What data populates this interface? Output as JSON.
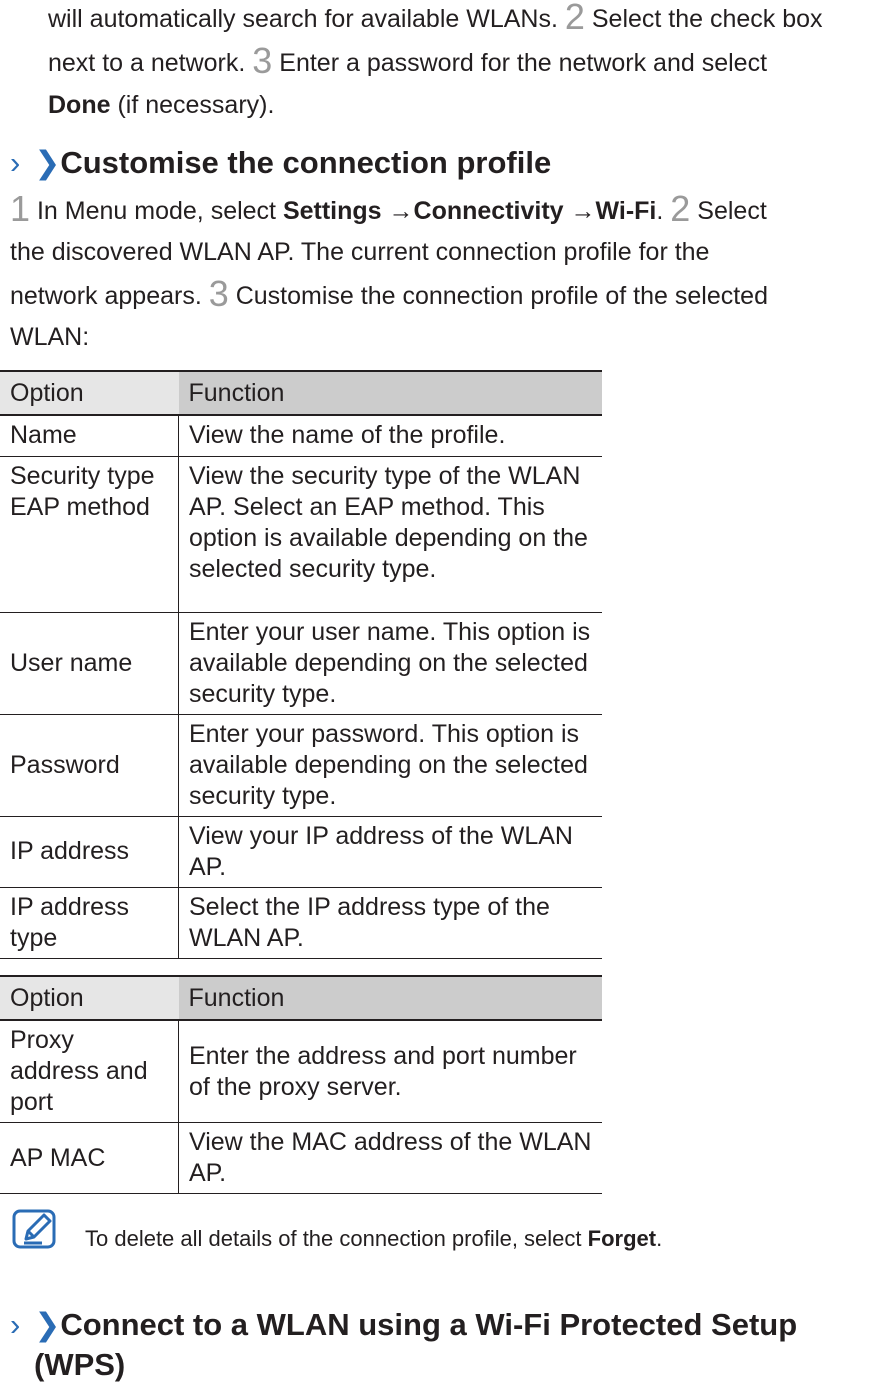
{
  "intro": {
    "text1": "will automatically search for available WLANs.",
    "step2_num": "2",
    "text2": "Select the check box",
    "text3": "next to a network.",
    "step3_num": "3",
    "text4": "Enter a password for the network and select",
    "bold_done": "Done",
    "text5": "(if necessary)."
  },
  "section1": {
    "chevron_thin": "›",
    "chevron_bold": "❯",
    "title": "Customise the connection profile"
  },
  "steps": {
    "step1_num": "1",
    "s1_text": "In Menu mode, select",
    "settings": "Settings",
    "arrow1": "→",
    "connectivity": "Connectivity",
    "arrow2": "→",
    "wifi": "Wi-Fi",
    "period": ".",
    "step2_num": "2",
    "s2_text": "Select",
    "s2_line2": "the discovered WLAN AP. The current connection profile for the",
    "s2_line3": "network appears.",
    "step3_num": "3",
    "s3_text": "Customise the connection profile of the selected",
    "s3_line4": "WLAN:"
  },
  "table1": {
    "headers": [
      "Option",
      "Function"
    ],
    "rows": [
      [
        "Name",
        "View the name of the profile."
      ],
      [
        "Security type EAP method",
        "View the security type of the WLAN AP. Select an EAP method. This option is available depending on the selected security type."
      ],
      [
        "User name",
        "Enter your user name. This option is available depending on the selected security type."
      ],
      [
        "Password",
        "Enter your password. This option is available depending on the selected security type."
      ],
      [
        "IP address",
        "View your IP address of the WLAN AP."
      ],
      [
        "IP address type",
        "Select the IP address type of the WLAN AP."
      ]
    ]
  },
  "table2": {
    "headers": [
      "Option",
      "Function"
    ],
    "rows": [
      [
        "Proxy address and port",
        "Enter the address and port number of the proxy server."
      ],
      [
        "AP MAC",
        "View the MAC address of the WLAN AP."
      ]
    ]
  },
  "note": {
    "icon": "note-pencil-icon",
    "text": "To delete all details of the connection profile, select",
    "bold": "Forget",
    "end": "."
  },
  "section2": {
    "chevron_thin": "›",
    "chevron_bold": "❯",
    "title_line1": "Connect to a WLAN using a Wi-Fi Protected Setup",
    "title_line2": "(WPS)"
  },
  "colors": {
    "accent": "#2a6cb5",
    "step_number": "#9a9a9a",
    "header_cell_1": "#e6e6e6",
    "header_cell_2": "#cccccc"
  }
}
